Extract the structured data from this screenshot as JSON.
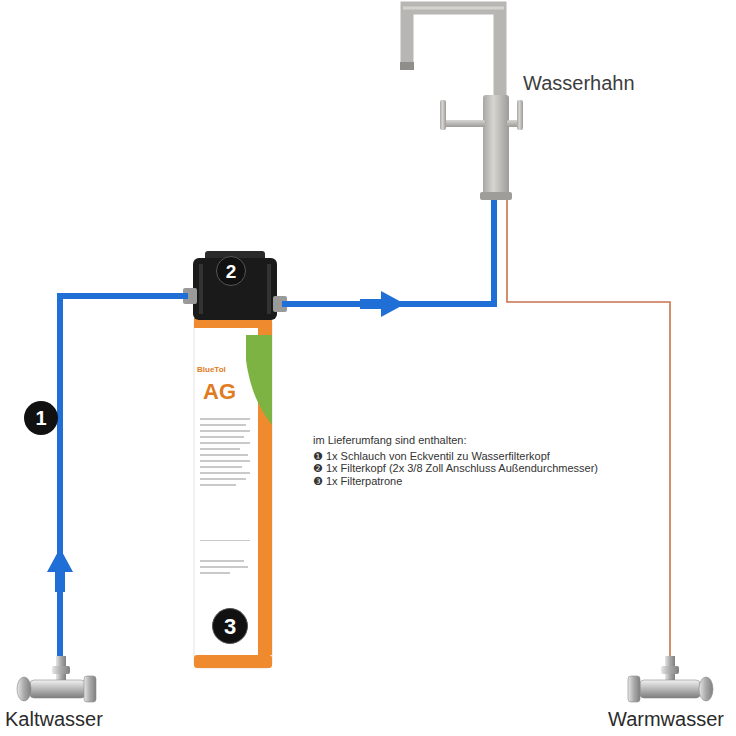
{
  "diagram": {
    "nodes": [
      {
        "text": [
          "Wasserhahn"
        ]
      },
      {
        "text": [
          "BlueTol",
          "AG"
        ]
      },
      {
        "text": [
          "Kaltwasser"
        ]
      },
      {
        "text": [
          "Warmwasser"
        ]
      }
    ],
    "edges": [
      {
        "from": 2,
        "to": 1,
        "label": "1",
        "arrow": "to"
      },
      {
        "from": 1,
        "to": 0,
        "arrow": "to"
      },
      {
        "from": 3,
        "to": 0,
        "arrow": "none"
      }
    ],
    "labels": [
      "2",
      "3",
      "im Lieferumfang sind enthalten:",
      "❶ 1x Schlauch von Eckventil zu Wasserfilterkopf",
      "❷ 1x Filterkopf (2x 3/8 Zoll Anschluss Außendurchmesser)",
      "❸ 1x Filterpatrone"
    ]
  }
}
